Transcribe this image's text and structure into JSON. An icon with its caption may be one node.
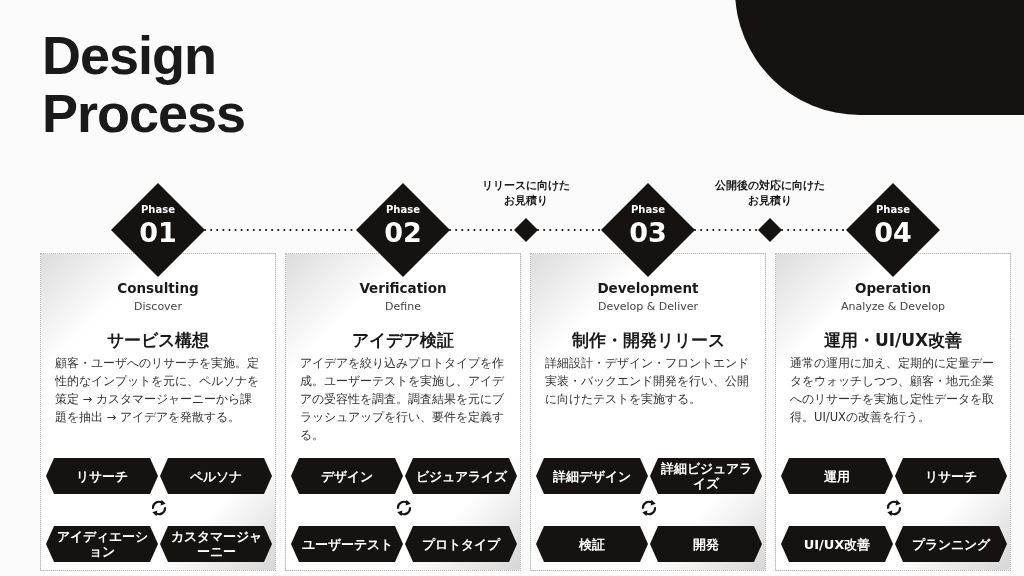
{
  "diagram": {
    "title": "Design Process",
    "nodes": [
      {
        "text": [
          "Phase",
          "01"
        ]
      },
      {
        "text": [
          "Phase",
          "02"
        ]
      },
      {
        "text": [],
        "shape": "diamond",
        "beside": [
          "リリースに向けたお見積り"
        ]
      },
      {
        "text": [
          "Phase",
          "03"
        ]
      },
      {
        "text": [],
        "shape": "diamond",
        "beside": [
          "公開後の対応に向けたお見積り"
        ]
      },
      {
        "text": [
          "Phase",
          "04"
        ]
      },
      {
        "text": [
          "Consulting",
          "Discover",
          "サービス構想",
          "顧客・ユーザへのリサーチを実施。定性的なインプットを元に、ペルソナを策定 → カスタマージャーニーから課題を抽出 → アイデアを発散する。"
        ]
      },
      {
        "text": [
          "リサーチ"
        ],
        "in": 6
      },
      {
        "text": [
          "ペルソナ"
        ],
        "in": 6
      },
      {
        "text": [
          "アイディエーション"
        ],
        "in": 6
      },
      {
        "text": [
          "カスタマージャーニー"
        ],
        "in": 6
      },
      {
        "text": [
          "Verification",
          "Define",
          "アイデア検証",
          "アイデアを絞り込みプロトタイプを作成。ユーザーテストを実施し、アイデアの受容性を調査。調査結果を元にブラッシュアップを行い、要件を定義する。"
        ]
      },
      {
        "text": [
          "デザイン"
        ],
        "in": 11
      },
      {
        "text": [
          "ビジュアライズ"
        ],
        "in": 11
      },
      {
        "text": [
          "ユーザーテスト"
        ],
        "in": 11
      },
      {
        "text": [
          "プロトタイプ"
        ],
        "in": 11
      },
      {
        "text": [
          "Development",
          "Develop & Deliver",
          "制作・開発リリース",
          "詳細設計・デザイン・フロントエンド実装・バックエンド開発を行い、公開に向けたテストを実施する。"
        ]
      },
      {
        "text": [
          "詳細デザイン"
        ],
        "in": 16
      },
      {
        "text": [
          "詳細ビジュアライズ"
        ],
        "in": 16
      },
      {
        "text": [
          "検証"
        ],
        "in": 16
      },
      {
        "text": [
          "開発"
        ],
        "in": 16
      },
      {
        "text": [
          "Operation",
          "Analyze & Develop",
          "運用・UI/UX改善",
          "通常の運用に加え、定期的に定量データをウォッチしつつ、顧客・地元企業へのリサーチを実施し定性データを取得。UI/UXの改善を行う。"
        ]
      },
      {
        "text": [
          "運用"
        ],
        "in": 21
      },
      {
        "text": [
          "リサーチ"
        ],
        "in": 21
      },
      {
        "text": [
          "UI/UX改善"
        ],
        "in": 21
      },
      {
        "text": [
          "プランニング"
        ],
        "in": 21
      }
    ],
    "edges": [
      {
        "from": 0,
        "to": 1,
        "arrow": "none",
        "style": "dashed"
      },
      {
        "from": 1,
        "to": 2,
        "arrow": "none",
        "style": "dashed"
      },
      {
        "from": 2,
        "to": 3,
        "arrow": "none",
        "style": "dashed"
      },
      {
        "from": 3,
        "to": 4,
        "arrow": "none",
        "style": "dashed"
      },
      {
        "from": 4,
        "to": 5,
        "arrow": "none",
        "style": "dashed"
      }
    ]
  }
}
